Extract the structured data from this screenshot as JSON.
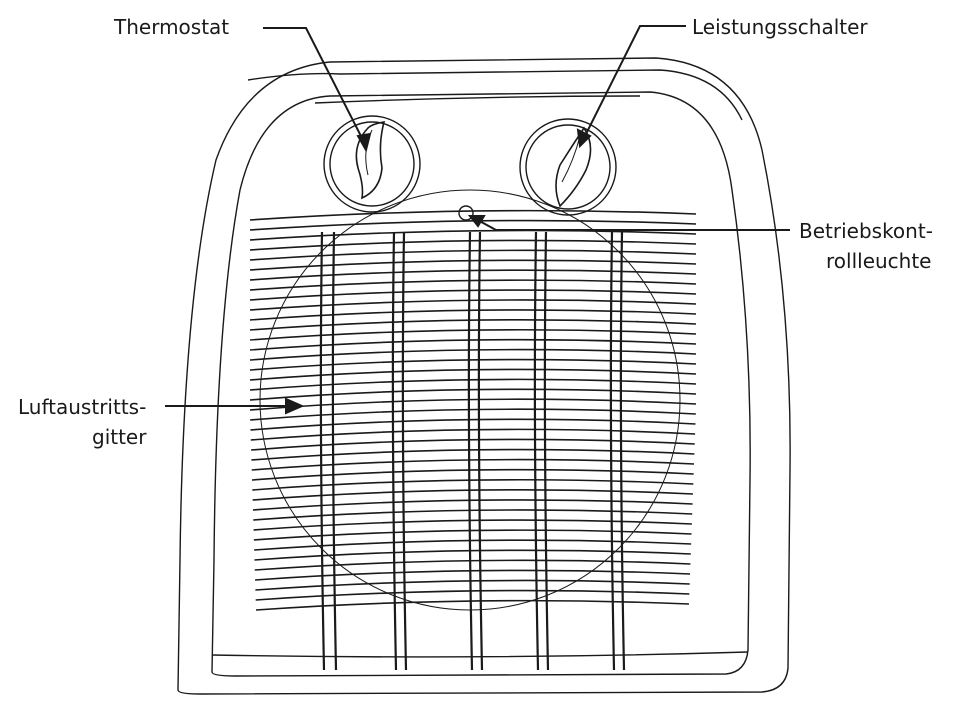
{
  "labels": {
    "thermostat": "Thermostat",
    "power_switch": "Leistungsschalter",
    "indicator_line1": "Betriebskont-",
    "indicator_line2": "rollleuchte",
    "grille_line1": "Luftaustritts-",
    "grille_line2": "gitter"
  },
  "colors": {
    "ink": "#1a1a1a",
    "background": "#ffffff"
  }
}
